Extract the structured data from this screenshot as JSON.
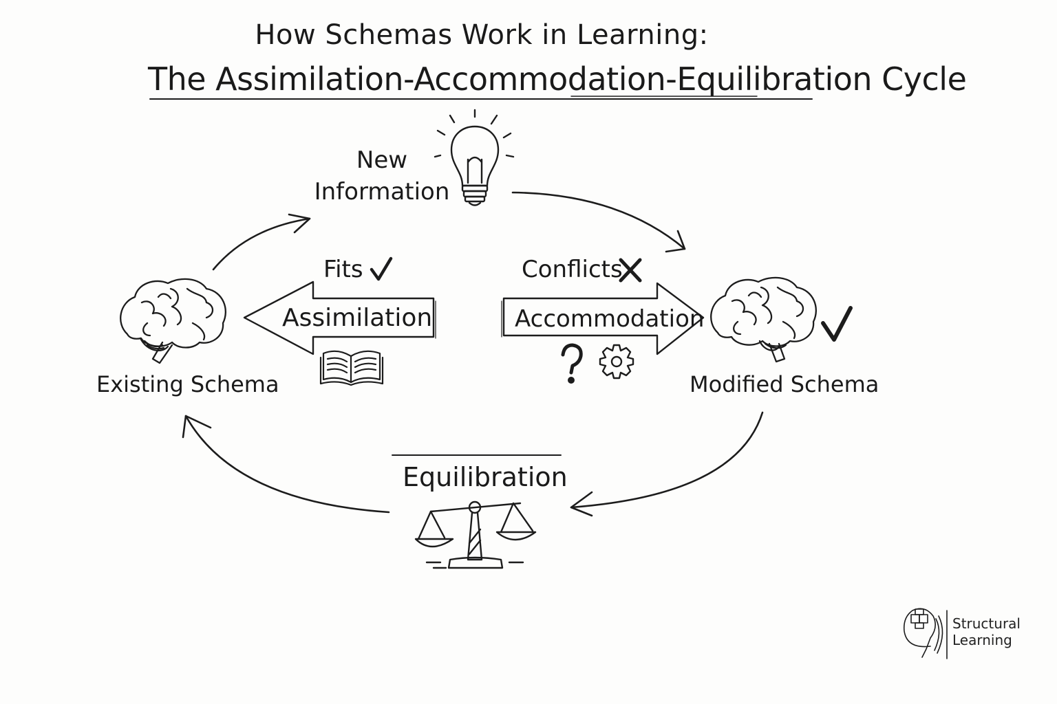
{
  "title": {
    "line1": "How Schemas Work in Learning:",
    "line2": "The Assimilation-Accommodation-Equilibration Cycle"
  },
  "nodes": {
    "new_information": {
      "line1": "New",
      "line2": "Information",
      "icon": "lightbulb-icon"
    },
    "existing_schema": {
      "label": "Existing Schema",
      "icon": "brain-icon"
    },
    "modified_schema": {
      "label": "Modified Schema",
      "icon": "brain-icon"
    }
  },
  "processes": {
    "fits": {
      "label": "Fits",
      "icon": "checkmark-icon"
    },
    "assimilation": {
      "label": "Assimilation",
      "icon": "open-book-icon"
    },
    "conflicts": {
      "label": "Conflicts",
      "icon": "cross-icon"
    },
    "accommodation": {
      "label": "Accommodation",
      "icons": [
        "question-mark-icon",
        "gear-icon"
      ]
    },
    "equilibration": {
      "label": "Equilibration",
      "icon": "balance-scale-icon"
    }
  },
  "logo": {
    "line1": "Structural",
    "line2": "Learning"
  },
  "colors": {
    "ink": "#1c1c1c",
    "background": "#fdfdfc"
  }
}
